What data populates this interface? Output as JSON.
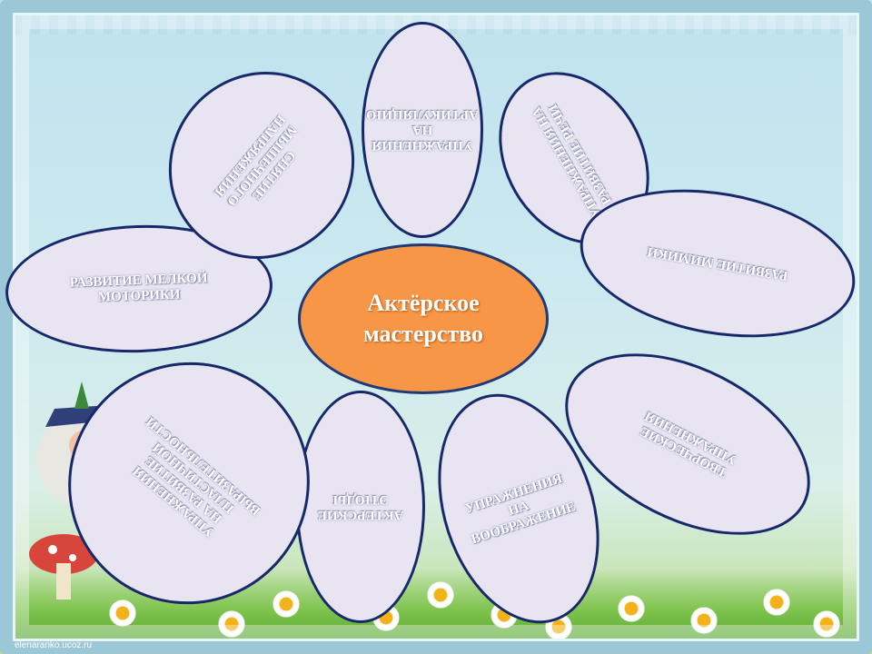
{
  "diagram": {
    "center": {
      "title": "Актёрское\nмастерство"
    },
    "petals": [
      {
        "id": "articulation",
        "label": "Упражнения\nна\nартикуляцию"
      },
      {
        "id": "speech",
        "label": "Упражнения на\nразвитие речи"
      },
      {
        "id": "mimicry",
        "label": "Развитие мимики"
      },
      {
        "id": "creative",
        "label": "Творческие\nупражнения"
      },
      {
        "id": "imagination",
        "label": "Упражнения\nна\nвоображение"
      },
      {
        "id": "etudes",
        "label": "Актерские\nэтюды"
      },
      {
        "id": "plasticity",
        "label": "Упражнения\nна развитие\nпластичной\nвыразительности"
      },
      {
        "id": "fine-motor",
        "label": "Развитие мелкой\nмоторики"
      },
      {
        "id": "tension",
        "label": "Снятие\nмышечного\nнапряжения"
      }
    ]
  },
  "colors": {
    "petal_fill": "#e8e4f1",
    "petal_border": "#17296b",
    "center_fill": "#f79646",
    "text": "#ffffff"
  },
  "footer": {
    "credit": "elenaranko.ucoz.ru"
  }
}
